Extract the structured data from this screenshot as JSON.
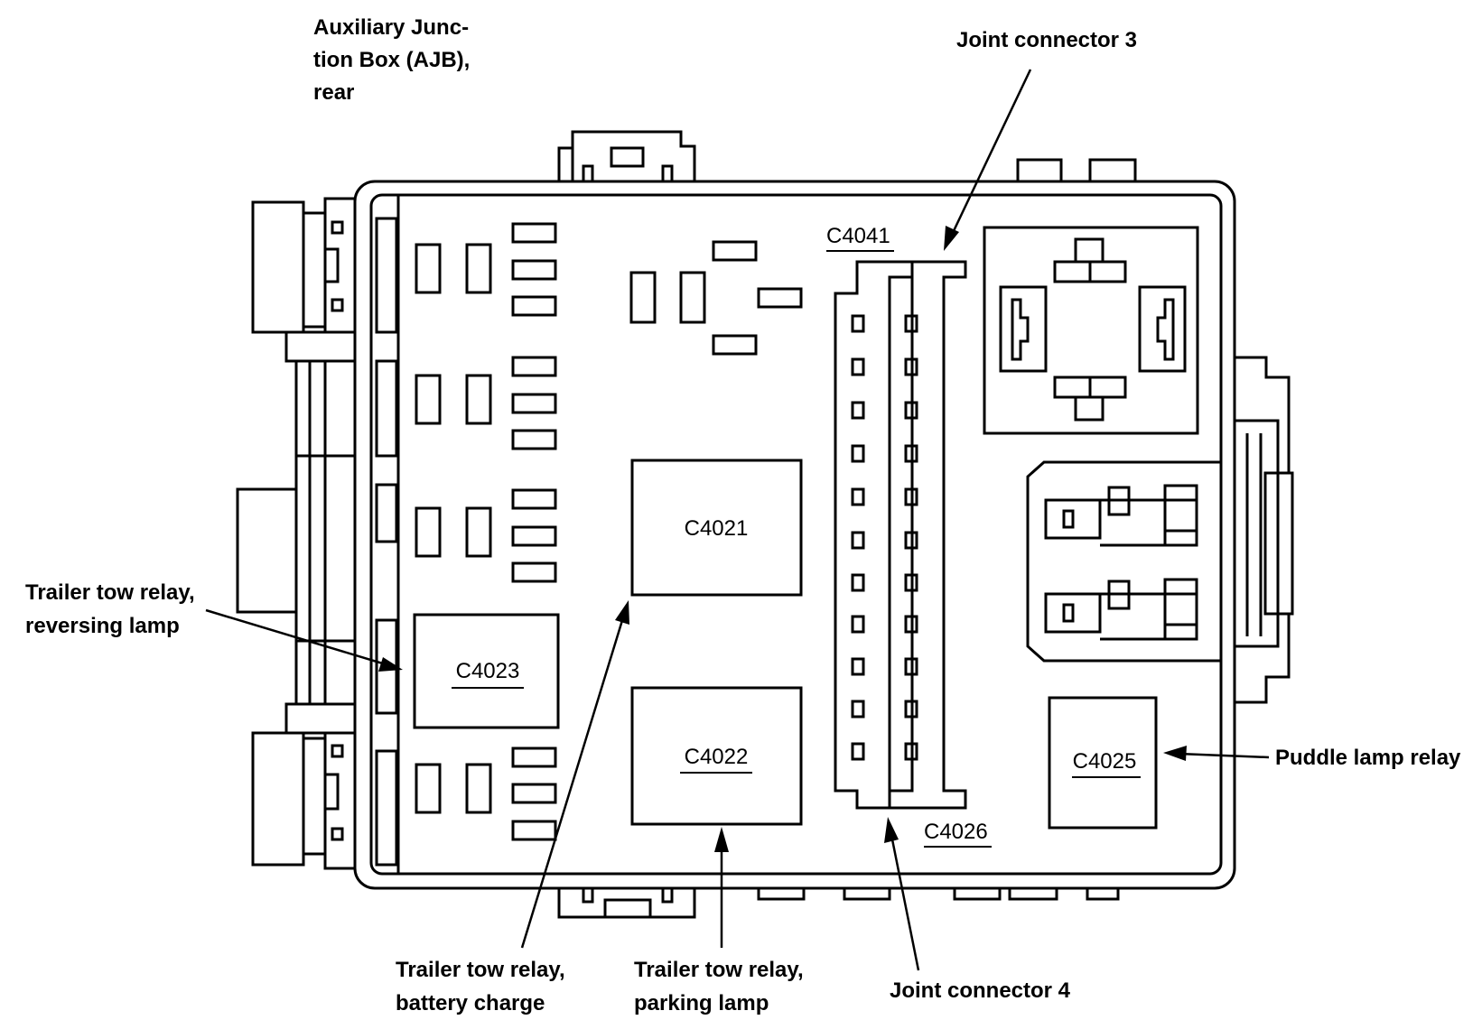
{
  "labels": {
    "ajb_line1": "Auxiliary Junc-",
    "ajb_line2": "tion Box (AJB),",
    "ajb_line3": "rear",
    "joint3": "Joint connector 3",
    "joint4": "Joint connector 4",
    "rev_line1": "Trailer tow relay,",
    "rev_line2": "reversing lamp",
    "batt_line1": "Trailer tow relay,",
    "batt_line2": "battery charge",
    "park_line1": "Trailer tow relay,",
    "park_line2": "parking lamp",
    "puddle": "Puddle lamp relay"
  },
  "connectors": {
    "c4041": "C4041",
    "c4021": "C4021",
    "c4023": "C4023",
    "c4022": "C4022",
    "c4026": "C4026",
    "c4025": "C4025"
  }
}
